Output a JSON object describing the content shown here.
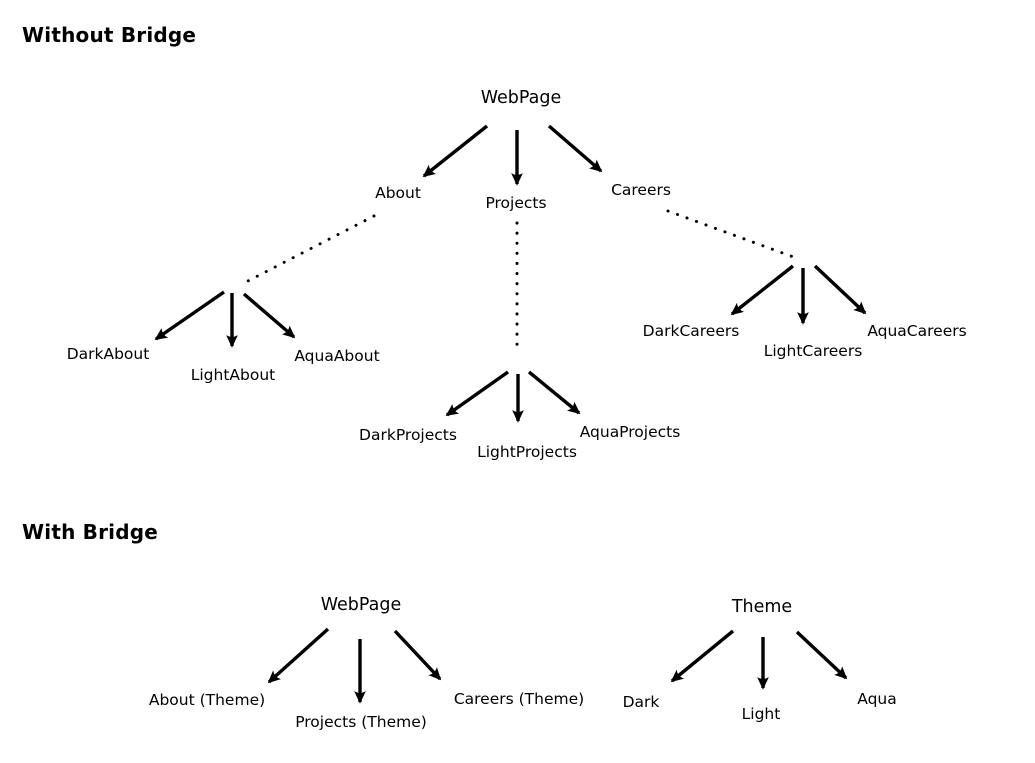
{
  "page": {
    "background_color": "#ffffff",
    "ink_color": "#000000"
  },
  "sections": {
    "without_bridge": {
      "title": "Without Bridge",
      "nodes": {
        "webpage": "WebPage",
        "about": "About",
        "projects": "Projects",
        "careers": "Careers",
        "dark_about": "DarkAbout",
        "light_about": "LightAbout",
        "aqua_about": "AquaAbout",
        "dark_projects": "DarkProjects",
        "light_projects": "LightProjects",
        "aqua_projects": "AquaProjects",
        "dark_careers": "DarkCareers",
        "light_careers": "LightCareers",
        "aqua_careers": "AquaCareers"
      }
    },
    "with_bridge": {
      "title": "With Bridge",
      "nodes": {
        "webpage": "WebPage",
        "about_theme": "About (Theme)",
        "projects_theme": "Projects (Theme)",
        "careers_theme": "Careers (Theme)",
        "theme": "Theme",
        "dark": "Dark",
        "light": "Light",
        "aqua": "Aqua"
      }
    }
  }
}
